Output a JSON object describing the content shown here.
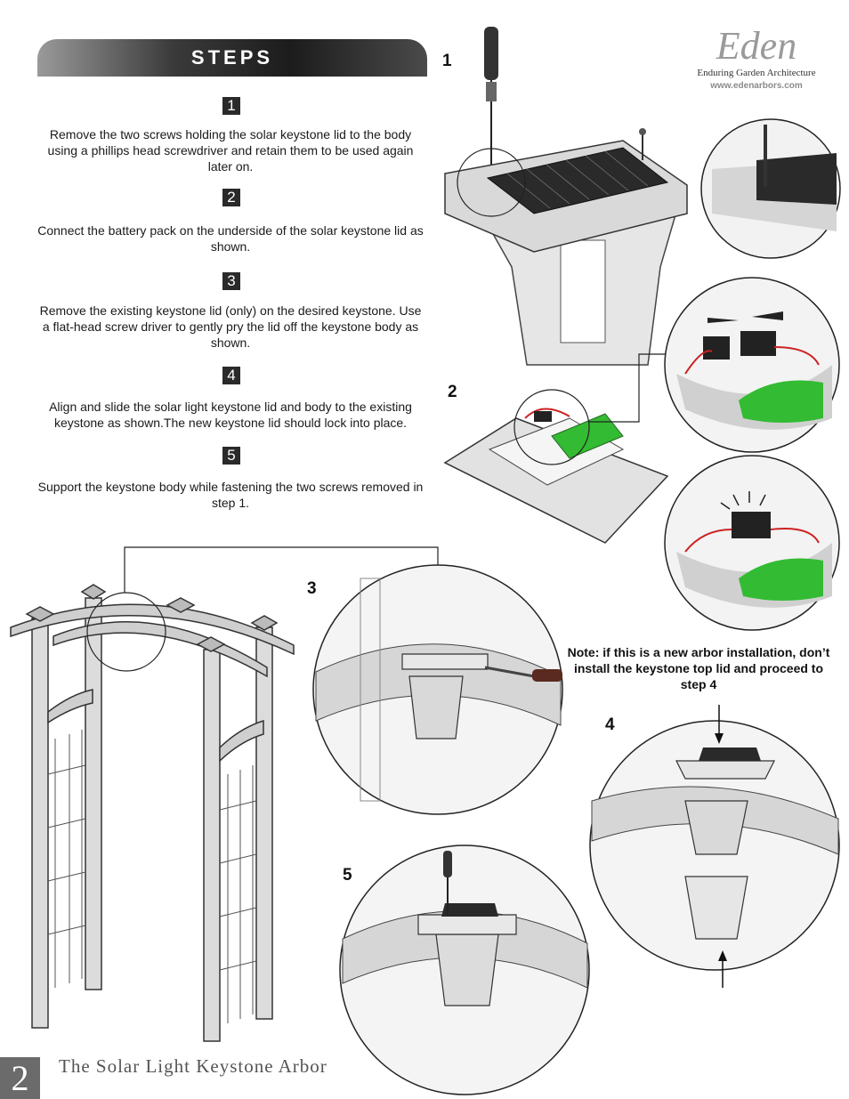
{
  "header": {
    "title": "STEPS"
  },
  "brand": {
    "logo": "Eden",
    "tagline": "Enduring Garden Architecture",
    "url": "www.edenarbors.com"
  },
  "steps": [
    {
      "number": "1",
      "text": "Remove the two screws holding the solar keystone lid to the body using a phillips head screwdriver and retain them to be used again later on."
    },
    {
      "number": "2",
      "text": "Connect the battery pack on the underside of the solar keystone lid as shown."
    },
    {
      "number": "3",
      "text": "Remove the existing keystone lid (only) on the desired keystone. Use a  flat-head screw driver to gently pry the lid off the keystone body as shown."
    },
    {
      "number": "4",
      "text": "Align and slide the solar light keystone lid and body to the existing keystone as shown.The new keystone lid should lock into place."
    },
    {
      "number": "5",
      "text": "Support the keystone body while fastening the two screws removed in step 1."
    }
  ],
  "figure_labels": {
    "fig1": "1",
    "fig2": "2",
    "fig3": "3",
    "fig4": "4",
    "fig5": "5"
  },
  "note": "Note: if this is a new arbor installation, don’t install the keystone top lid and proceed to step 4",
  "footer": {
    "page_number": "2",
    "title": "The Solar Light Keystone Arbor"
  }
}
